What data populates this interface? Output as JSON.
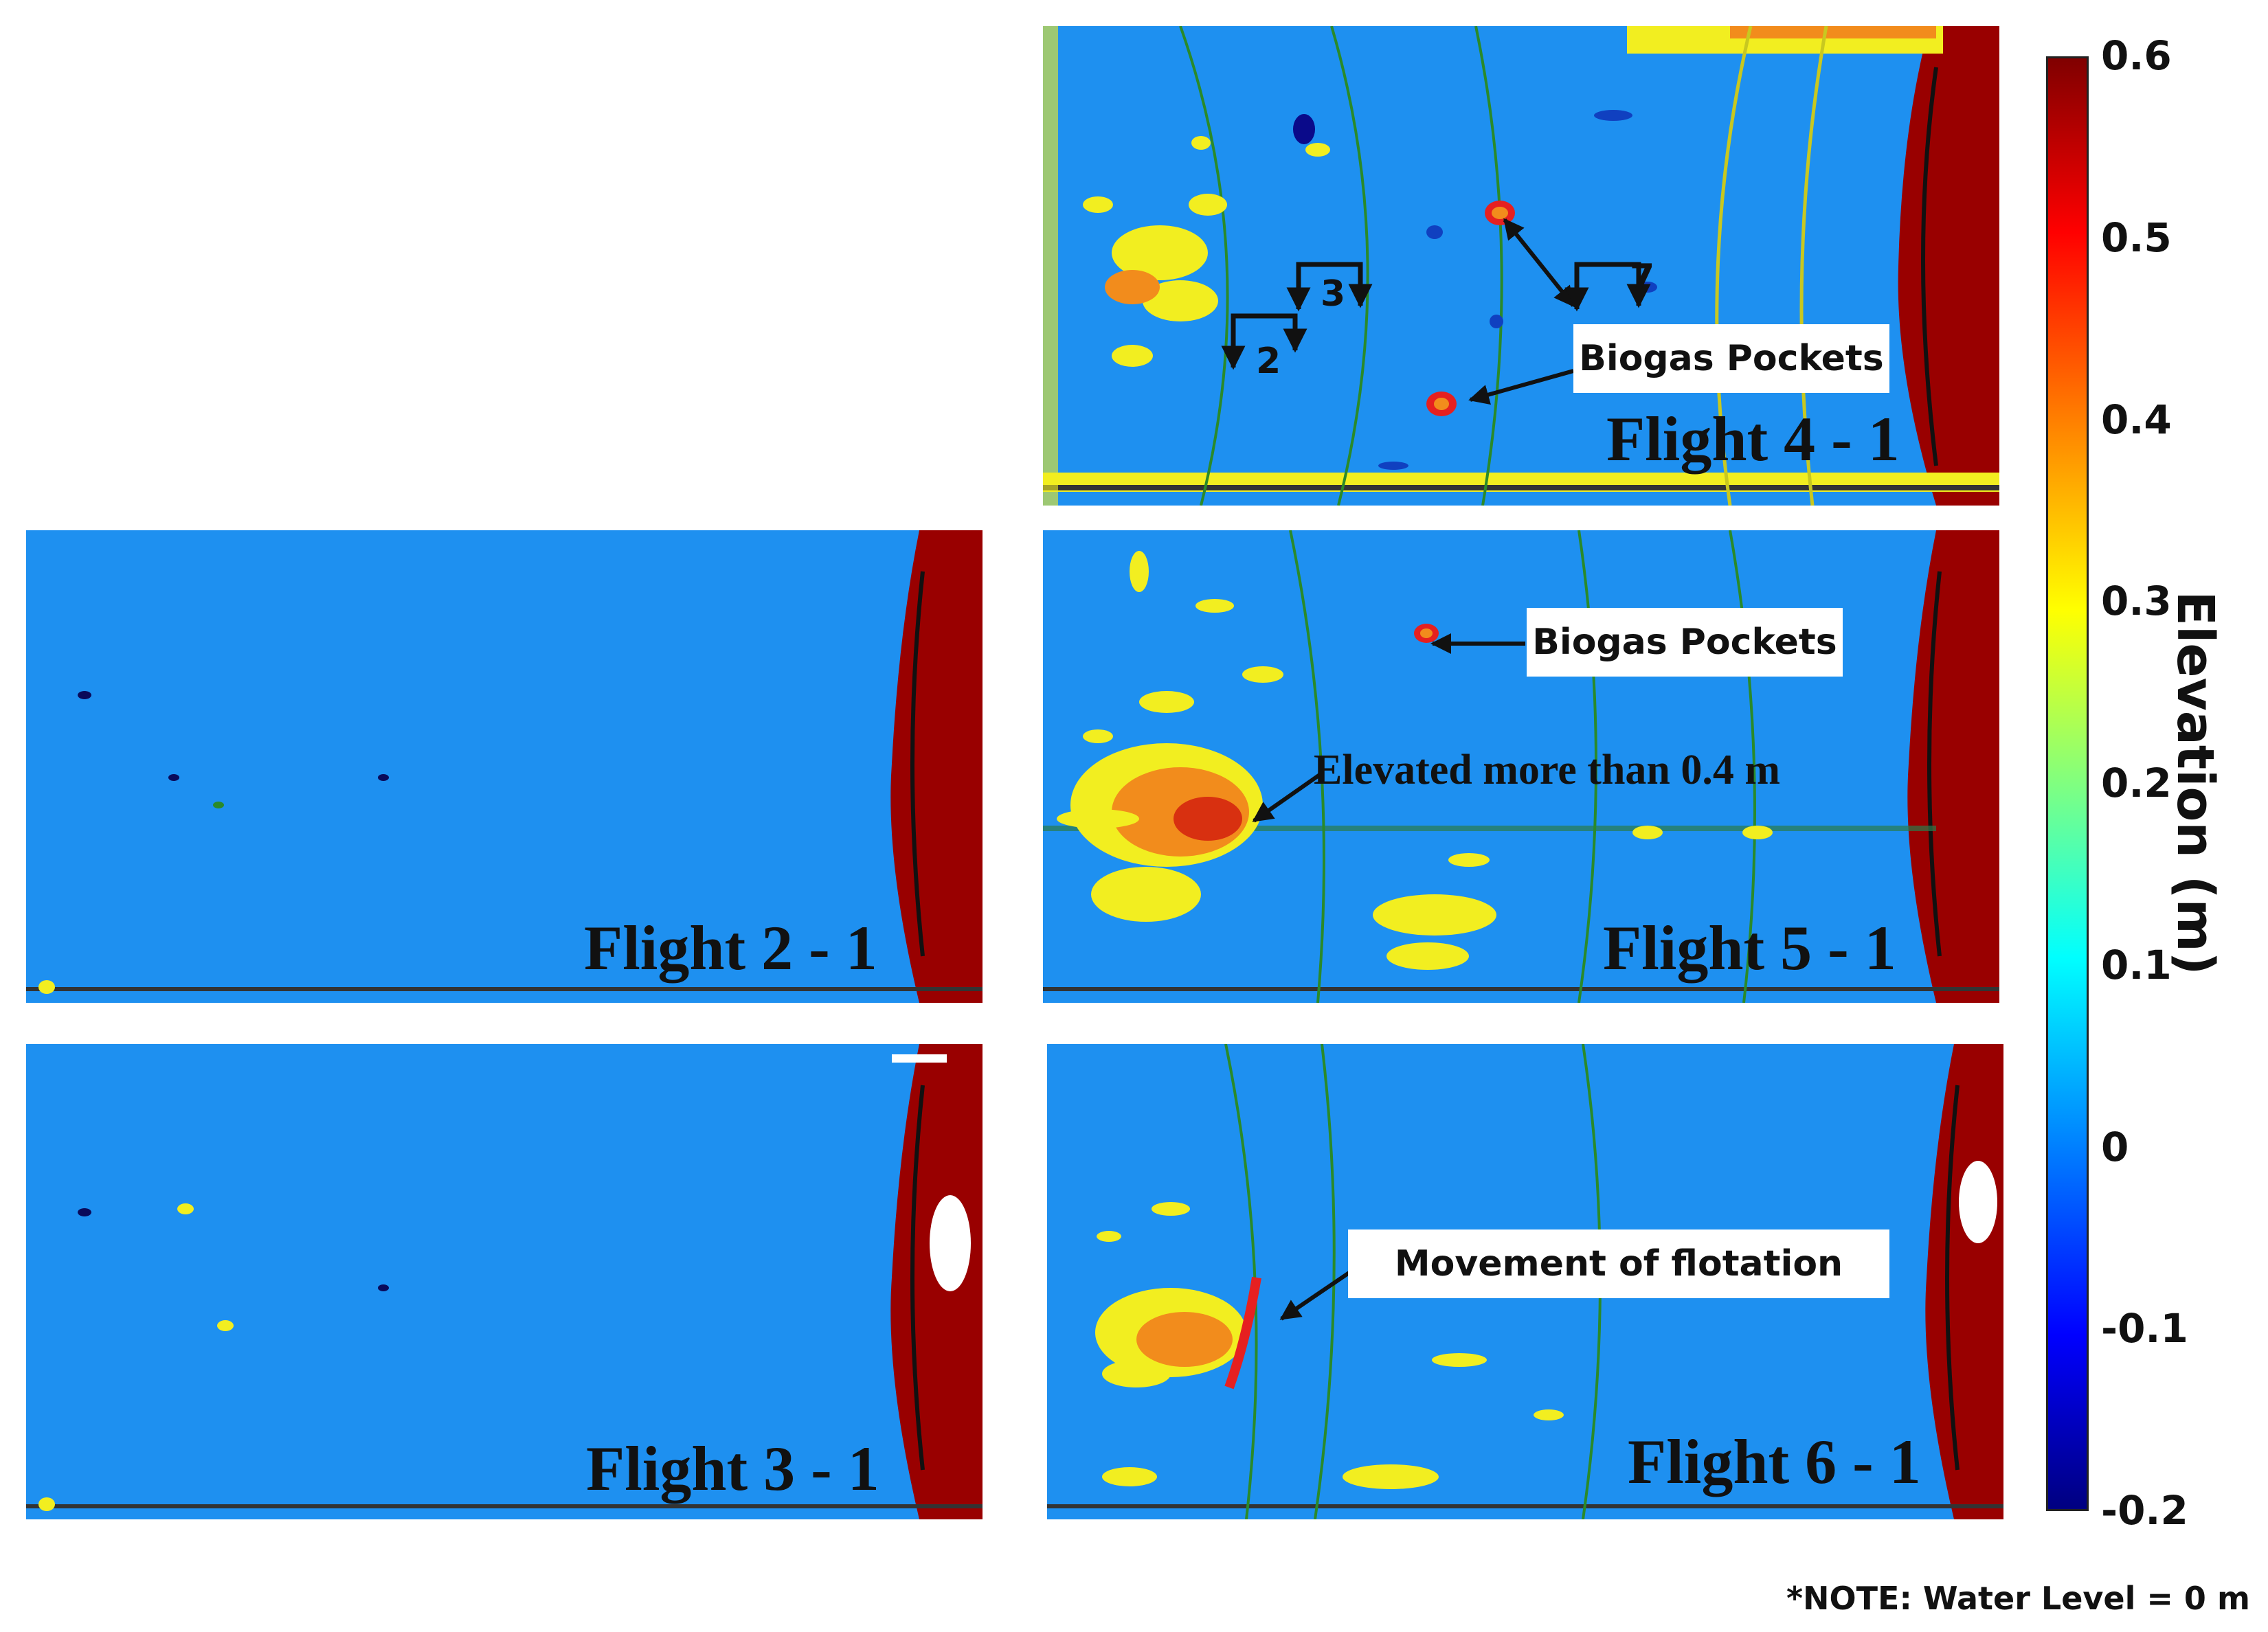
{
  "panels": [
    {
      "id": "f41",
      "label": "Flight 4 - 1"
    },
    {
      "id": "f21",
      "label": "Flight 2 - 1"
    },
    {
      "id": "f51",
      "label": "Flight 5 - 1"
    },
    {
      "id": "f31",
      "label": "Flight 3 - 1"
    },
    {
      "id": "f61",
      "label": "Flight 6 - 1"
    }
  ],
  "annotations": {
    "biogas_pockets_top": "Biogas Pockets",
    "biogas_pockets_mid": "Biogas Pockets",
    "elevated_text": "Elevated more than 0.4 m",
    "movement_text": "Movement of flotation",
    "section_2": "2",
    "section_3": "3",
    "section_7": "7"
  },
  "colorbar": {
    "title": "Elevation (m)",
    "ticks": [
      "0.6",
      "0.5",
      "0.4",
      "0.3",
      "0.2",
      "0.1",
      "0",
      "-0.1",
      "-0.2"
    ],
    "min": -0.2,
    "max": 0.6,
    "colormap": "jet"
  },
  "note": "*NOTE: Water Level = 0 m",
  "colors": {
    "water_blue": "#1e90f0",
    "dark_red": "#990000",
    "yellow": "#f2ee20",
    "orange": "#f28c1c"
  }
}
